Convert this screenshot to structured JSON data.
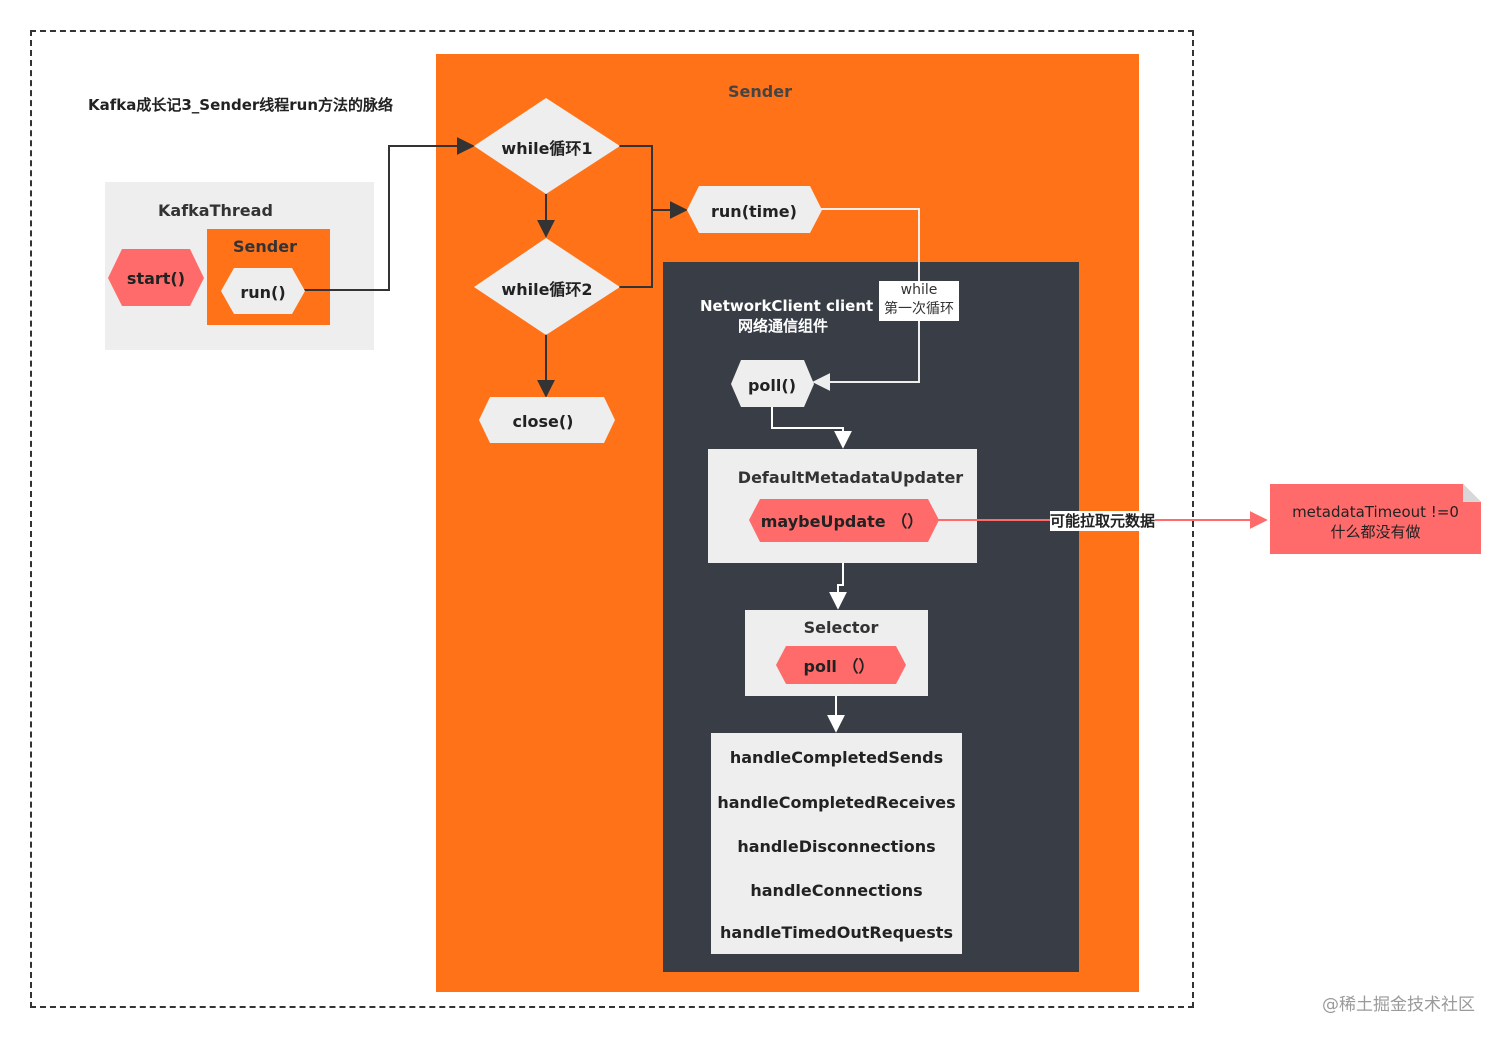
{
  "diagram": {
    "title": "Kafka成长记3_Sender线程run方法的脉络",
    "kafka_thread": {
      "label": "KafkaThread",
      "start_label": "start()",
      "sender_label": "Sender",
      "run_label": "run()"
    },
    "sender": {
      "label": "Sender",
      "while1_label": "while循环1",
      "while2_label": "while循环2",
      "close_label": "close()",
      "run_time_label": "run(time)"
    },
    "network_client": {
      "label_line1": "NetworkClient client",
      "label_line2": "网络通信组件",
      "poll_label": "poll()",
      "while_edge_line1": "while",
      "while_edge_line2": "第一次循环"
    },
    "metadata_updater": {
      "label": "DefaultMetadataUpdater",
      "maybe_update_label": "maybeUpdate （）",
      "edge_label": "可能拉取元数据"
    },
    "selector": {
      "label": "Selector",
      "poll_label": "poll （）"
    },
    "handlers": [
      "handleCompletedSends",
      "handleCompletedReceives",
      "handleDisconnections",
      "handleConnections",
      "handleTimedOutRequests"
    ],
    "note": {
      "line1": "metadataTimeout !=0",
      "line2": "什么都没有做"
    },
    "watermark": "@稀土掘金技术社区",
    "colors": {
      "orange": "#ff7217",
      "dark": "#393e46",
      "light_gray": "#eeeeee",
      "red": "#ff6b6b"
    }
  }
}
